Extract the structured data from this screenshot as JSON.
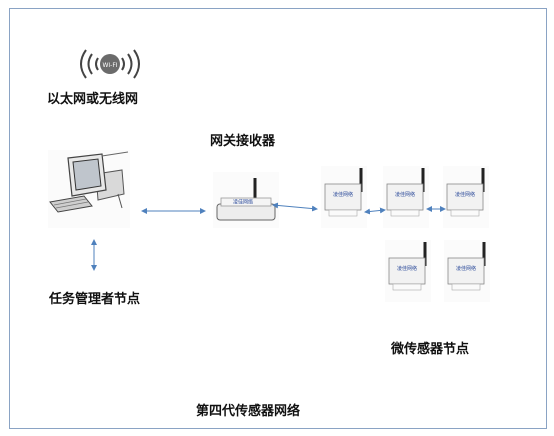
{
  "labels": {
    "network": "以太网或无线网",
    "gateway": "网关接收器",
    "task_node": "任务管理者节点",
    "sensor_nodes": "微传感器节点",
    "caption": "第四代传感器网络"
  },
  "wifi_badge": "WI-FI",
  "device_brand": "凌佳网络",
  "colors": {
    "frame": "#8aa3c4",
    "arrow": "#4f81bd",
    "device_logo": "#2b4a9a"
  }
}
